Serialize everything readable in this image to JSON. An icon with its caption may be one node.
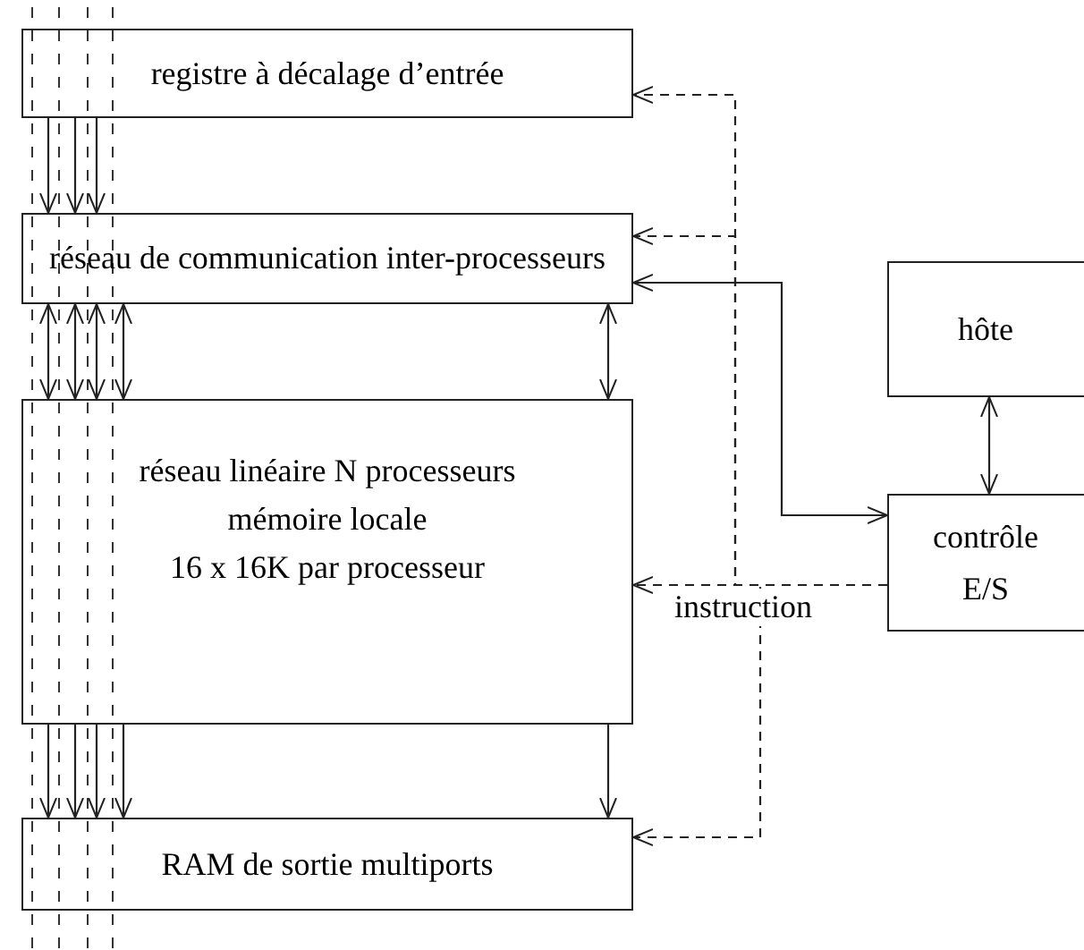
{
  "diagram": {
    "nodes": [
      {
        "text": [
          "registre à décalage d’entrée"
        ]
      },
      {
        "text": [
          "réseau de communication inter-processeurs"
        ]
      },
      {
        "text": [
          "réseau linéaire N processeurs",
          "mémoire locale",
          "16 x 16K par processeur"
        ]
      },
      {
        "text": [
          "RAM de sortie multiports"
        ]
      },
      {
        "text": [
          "hôte"
        ]
      },
      {
        "text": [
          "contrôle E/S"
        ]
      }
    ],
    "edges": [
      {
        "from": 0,
        "to": 1,
        "arrow": "to"
      },
      {
        "from": 0,
        "to": 1,
        "arrow": "to"
      },
      {
        "from": 0,
        "to": 1,
        "arrow": "to"
      },
      {
        "from": 1,
        "to": 2,
        "arrow": "both"
      },
      {
        "from": 1,
        "to": 2,
        "arrow": "both"
      },
      {
        "from": 1,
        "to": 2,
        "arrow": "both"
      },
      {
        "from": 1,
        "to": 2,
        "arrow": "both"
      },
      {
        "from": 1,
        "to": 2,
        "arrow": "both"
      },
      {
        "from": 2,
        "to": 3,
        "arrow": "to"
      },
      {
        "from": 2,
        "to": 3,
        "arrow": "to"
      },
      {
        "from": 2,
        "to": 3,
        "arrow": "to"
      },
      {
        "from": 2,
        "to": 3,
        "arrow": "to"
      },
      {
        "from": 2,
        "to": 3,
        "arrow": "to"
      },
      {
        "from": 5,
        "to": 0,
        "arrow": "to",
        "style": "dashed"
      },
      {
        "from": 5,
        "to": 1,
        "arrow": "to",
        "style": "dashed"
      },
      {
        "from": 5,
        "to": 2,
        "arrow": "to",
        "style": "dashed",
        "label": "instruction"
      },
      {
        "from": 5,
        "to": 3,
        "arrow": "to",
        "style": "dashed"
      },
      {
        "from": 1,
        "to": 5,
        "arrow": "both"
      },
      {
        "from": 4,
        "to": 5,
        "arrow": "both"
      }
    ]
  }
}
